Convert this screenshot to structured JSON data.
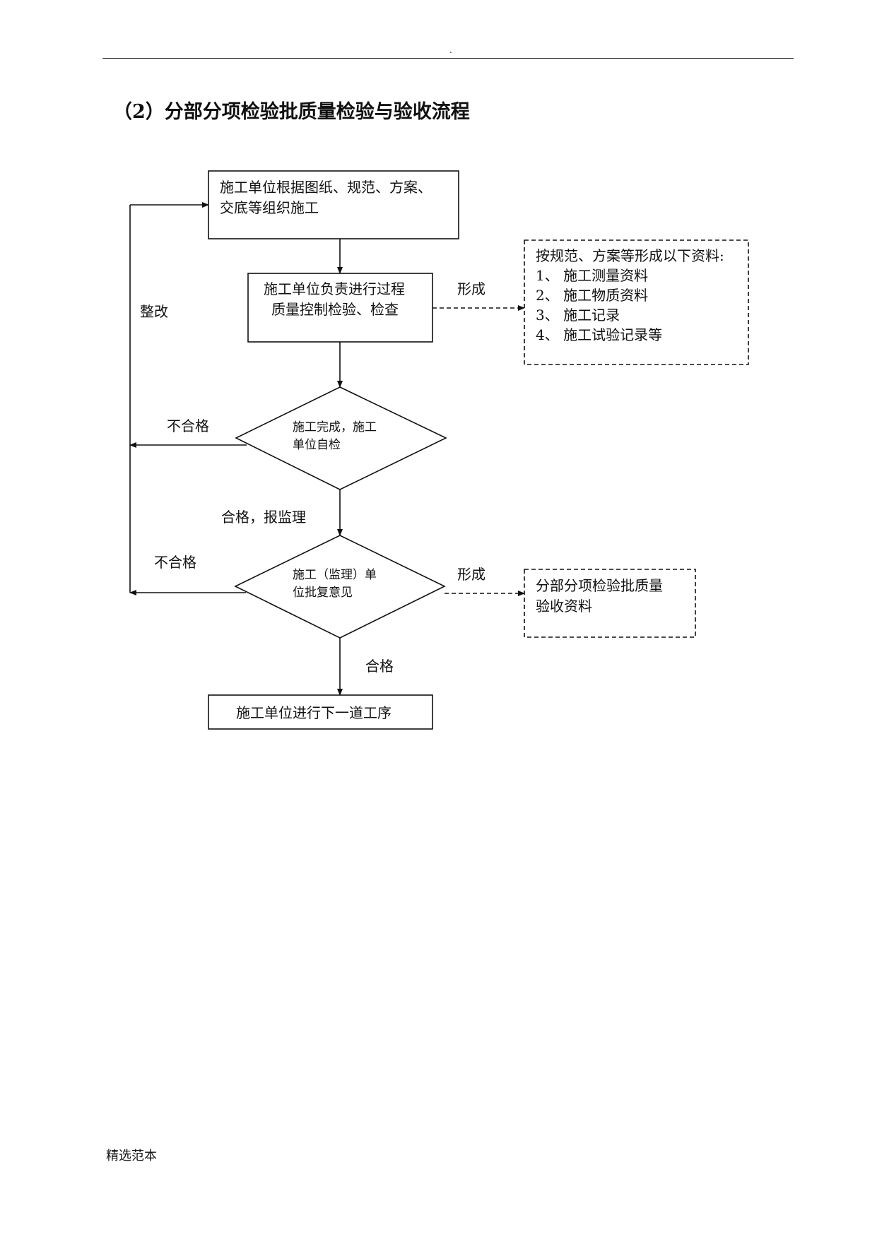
{
  "header": {
    "mark": "."
  },
  "title": "（2）分部分项检验批质量检验与验收流程",
  "flow": {
    "start_box": {
      "line1": "施工单位根据图纸、规范、方案、",
      "line2": "交底等组织施工"
    },
    "process_box": {
      "line1": "施工单位负责进行过程",
      "line2": "质量控制检验、检查"
    },
    "form_label_1": "形成",
    "docs_box": {
      "heading": "按规范、方案等形成以下资料:",
      "items": [
        "1、  施工测量资料",
        "2、  施工物质资料",
        "3、  施工记录",
        "4、  施工试验记录等"
      ]
    },
    "rectify_label": "整改",
    "decision_1": {
      "line1": "施工完成，施工",
      "line2": "单位自检"
    },
    "fail_label_1": "不合格",
    "pass_label_1": "合格，报监理",
    "decision_2": {
      "line1": "施工（监理）单",
      "line2": "位批复意见"
    },
    "fail_label_2": "不合格",
    "form_label_2": "形成",
    "acceptance_box": {
      "line1": "分部分项检验批质量",
      "line2": "验收资料"
    },
    "pass_label_2": "合格",
    "end_box": "施工单位进行下一道工序"
  },
  "footer": "精选范本"
}
